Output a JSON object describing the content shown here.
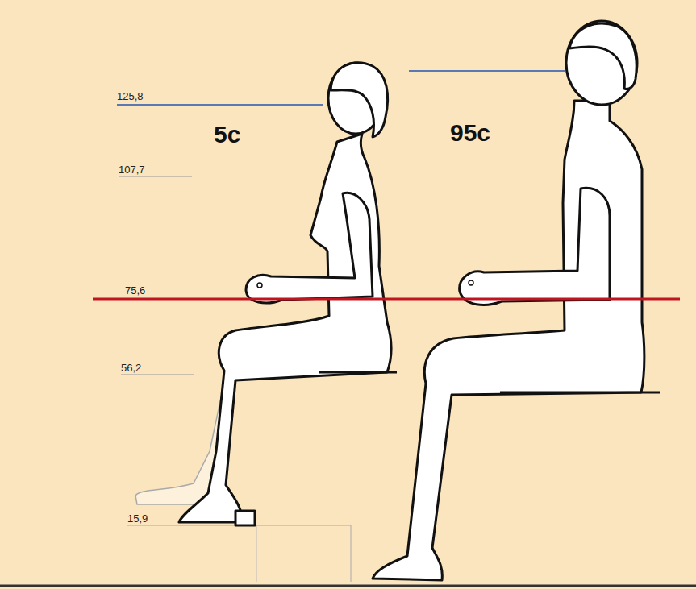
{
  "diagram": {
    "labels": [
      "125,8",
      "107,7",
      "75,6",
      "56,2",
      "15,9",
      "5c",
      "95c"
    ]
  }
}
